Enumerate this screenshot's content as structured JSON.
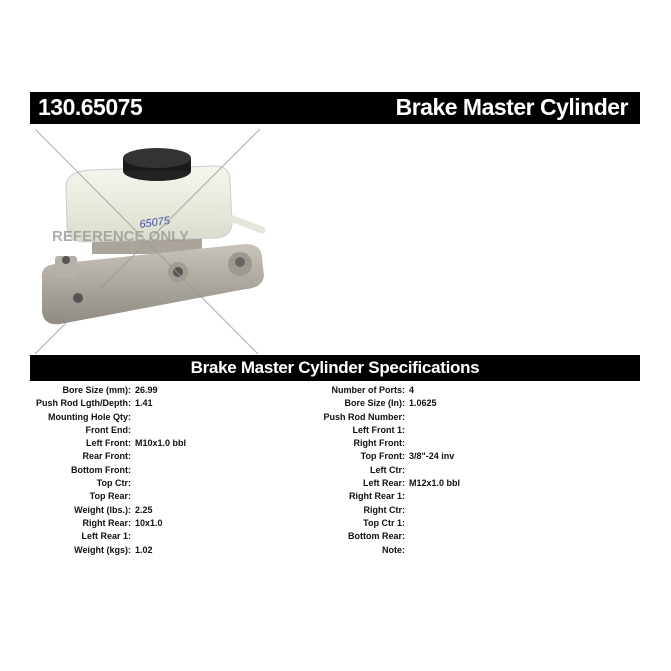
{
  "header": {
    "part_number": "130.65075",
    "title": "Brake Master Cylinder"
  },
  "photo": {
    "watermark": "REFERENCE ONLY",
    "handwritten_label": "65075"
  },
  "specs": {
    "title": "Brake Master Cylinder Specifications",
    "left": [
      {
        "label": "Bore Size (mm):",
        "value": "26.99"
      },
      {
        "label": "Push Rod Lgth/Depth:",
        "value": "1.41"
      },
      {
        "label": "Mounting Hole Qty:",
        "value": ""
      },
      {
        "label": "Front End:",
        "value": ""
      },
      {
        "label": "Left Front:",
        "value": "M10x1.0 bbl"
      },
      {
        "label": "Rear Front:",
        "value": ""
      },
      {
        "label": "Bottom Front:",
        "value": ""
      },
      {
        "label": "Top Ctr:",
        "value": ""
      },
      {
        "label": "Top Rear:",
        "value": ""
      },
      {
        "label": "Weight (lbs.):",
        "value": "2.25"
      },
      {
        "label": "Right Rear:",
        "value": "10x1.0"
      },
      {
        "label": "Left Rear 1:",
        "value": ""
      },
      {
        "label": "Weight (kgs):",
        "value": "1.02"
      }
    ],
    "right": [
      {
        "label": "Number of Ports:",
        "value": "4"
      },
      {
        "label": "Bore Size (In):",
        "value": "1.0625"
      },
      {
        "label": "Push Rod Number:",
        "value": ""
      },
      {
        "label": "Left Front 1:",
        "value": ""
      },
      {
        "label": "Right Front:",
        "value": ""
      },
      {
        "label": "Top Front:",
        "value": "3/8\"-24 inv"
      },
      {
        "label": "Left Ctr:",
        "value": ""
      },
      {
        "label": "Left Rear:",
        "value": "M12x1.0 bbl"
      },
      {
        "label": "Right Rear 1:",
        "value": ""
      },
      {
        "label": "Right Ctr:",
        "value": ""
      },
      {
        "label": "Top Ctr 1:",
        "value": ""
      },
      {
        "label": "Bottom Rear:",
        "value": ""
      },
      {
        "label": "Note:",
        "value": ""
      }
    ]
  }
}
